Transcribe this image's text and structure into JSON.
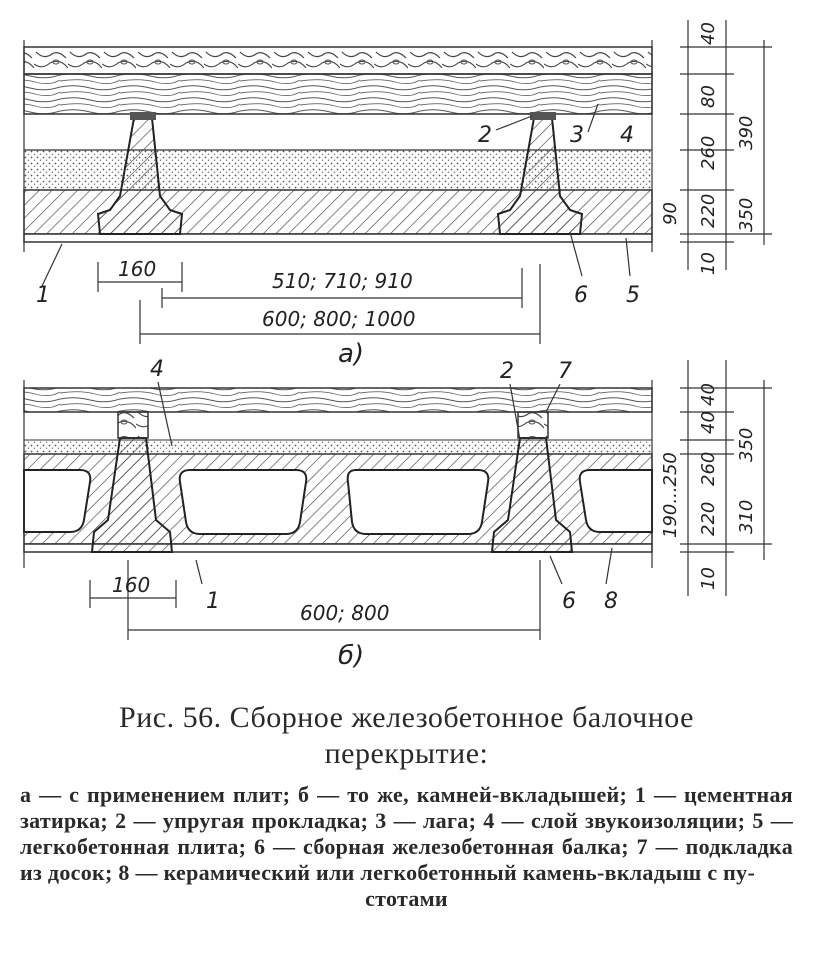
{
  "diagram_a": {
    "dim_rib": "160",
    "dim_clear": "510; 710; 910",
    "dim_span": "600; 800; 1000",
    "callout_1": "1",
    "callout_2": "2",
    "callout_3": "3",
    "callout_4": "4",
    "callout_5": "5",
    "callout_6": "6",
    "sublabel": "а)",
    "vdims": {
      "v40": "40",
      "v80": "80",
      "v260": "260",
      "v390": "390",
      "v90": "90",
      "v220": "220",
      "v350": "350",
      "v10": "10"
    }
  },
  "diagram_b": {
    "dim_rib": "160",
    "dim_span": "600; 800",
    "callout_1": "1",
    "callout_2": "2",
    "callout_4": "4",
    "callout_6": "6",
    "callout_7": "7",
    "callout_8": "8",
    "sublabel": "б)",
    "vdims": {
      "v40a": "40",
      "v40b": "40",
      "v350": "350",
      "v260": "260",
      "v250": "190...250",
      "v220": "220",
      "v310": "310",
      "v10": "10"
    }
  },
  "caption": {
    "title_line1": "Рис. 56. Сборное железобетонное балочное",
    "title_line2": "перекрытие:",
    "body": "а — с применением плит; б — то же, камней-вкладышей; 1 — цементная затирка; 2 — упругая прокладка; 3 — лага; 4 — слой звукоизоляции; 5 — легкобетонная плита; 6 — сборная железобетонная балка; 7 — подкладка из досок; 8 — керамический или легкобетонный камень-вкладыш с пу-",
    "body_last": "стотами"
  }
}
